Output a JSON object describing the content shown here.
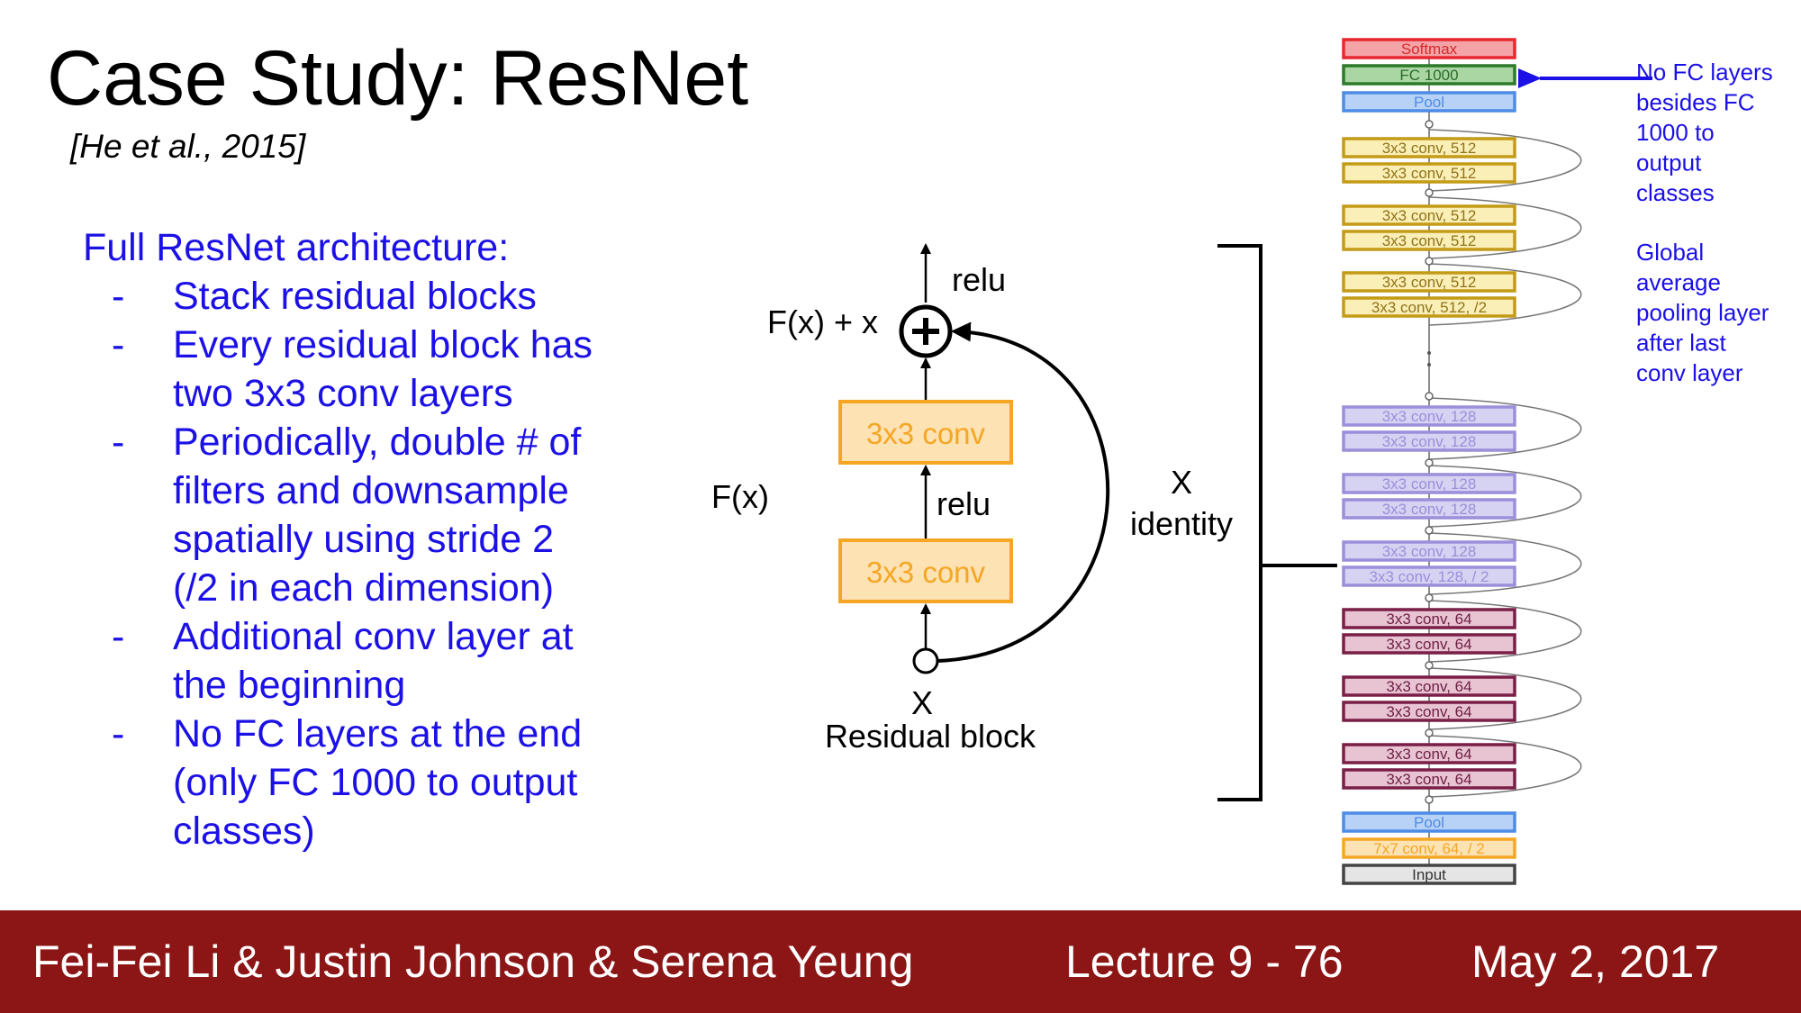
{
  "slide": {
    "title": "Case Study: ResNet",
    "citation": "[He et al., 2015]"
  },
  "bullets": {
    "heading": "Full ResNet architecture:",
    "items": [
      {
        "lines": [
          "Stack residual blocks"
        ]
      },
      {
        "lines": [
          "Every residual block has",
          "two 3x3 conv layers"
        ]
      },
      {
        "lines": [
          "Periodically, double # of",
          "filters and downsample",
          "spatially using stride 2",
          "(/2 in each dimension)"
        ]
      },
      {
        "lines": [
          "Additional conv layer at",
          "the beginning"
        ]
      },
      {
        "lines": [
          "No FC layers at the end",
          "(only FC 1000 to output",
          "classes)"
        ]
      }
    ]
  },
  "residual_block": {
    "output_relu": "relu",
    "sum_label": "F(x) + x",
    "fx_label": "F(x)",
    "conv_top": "3x3 conv",
    "middle_relu": "relu",
    "conv_bottom": "3x3 conv",
    "input_label": "X",
    "caption": "Residual block",
    "identity_x": "X",
    "identity_label": "identity"
  },
  "layer_stack": [
    {
      "label": "Softmax",
      "group": "softmax"
    },
    {
      "label": "FC 1000",
      "group": "fc"
    },
    {
      "label": "Pool",
      "group": "pool"
    },
    {
      "label": "3x3 conv, 512",
      "group": "conv512"
    },
    {
      "label": "3x3 conv, 512",
      "group": "conv512"
    },
    {
      "label": "3x3 conv, 512",
      "group": "conv512"
    },
    {
      "label": "3x3 conv, 512",
      "group": "conv512"
    },
    {
      "label": "3x3 conv, 512",
      "group": "conv512"
    },
    {
      "label": "3x3 conv, 512, /2",
      "group": "conv512"
    },
    {
      "label": "3x3 conv, 128",
      "group": "conv128"
    },
    {
      "label": "3x3 conv, 128",
      "group": "conv128"
    },
    {
      "label": "3x3 conv, 128",
      "group": "conv128"
    },
    {
      "label": "3x3 conv, 128",
      "group": "conv128"
    },
    {
      "label": "3x3 conv, 128",
      "group": "conv128"
    },
    {
      "label": "3x3 conv, 128, / 2",
      "group": "conv128"
    },
    {
      "label": "3x3 conv, 64",
      "group": "conv64"
    },
    {
      "label": "3x3 conv, 64",
      "group": "conv64"
    },
    {
      "label": "3x3 conv, 64",
      "group": "conv64"
    },
    {
      "label": "3x3 conv, 64",
      "group": "conv64"
    },
    {
      "label": "3x3 conv, 64",
      "group": "conv64"
    },
    {
      "label": "3x3 conv, 64",
      "group": "conv64"
    },
    {
      "label": "Pool",
      "group": "pool"
    },
    {
      "label": "7x7 conv, 64, / 2",
      "group": "conv7"
    },
    {
      "label": "Input",
      "group": "input"
    }
  ],
  "layer_colors": {
    "softmax": {
      "fill": "#f4a3a6",
      "stroke": "#e8282e",
      "text": "#d62a2e"
    },
    "fc": {
      "fill": "#a9d6a3",
      "stroke": "#2c7a2a",
      "text": "#2c6a2a"
    },
    "pool": {
      "fill": "#b7d2f6",
      "stroke": "#4d8ce6",
      "text": "#4d8ce6"
    },
    "conv512": {
      "fill": "#fbefb8",
      "stroke": "#c39b17",
      "text": "#8f7318"
    },
    "conv128": {
      "fill": "#d6d2f2",
      "stroke": "#9b8fdb",
      "text": "#9b8fdb"
    },
    "conv64": {
      "fill": "#e8c4d3",
      "stroke": "#7a1f47",
      "text": "#6e2044"
    },
    "conv7": {
      "fill": "#fde2b3",
      "stroke": "#f5a623",
      "text": "#f5a623"
    },
    "input": {
      "fill": "#e5e5e5",
      "stroke": "#444444",
      "text": "#333333"
    }
  },
  "annotations": {
    "fc_note": [
      "No FC layers",
      "besides FC",
      "1000 to",
      "output",
      "classes"
    ],
    "pool_note": [
      "Global",
      "average",
      "pooling layer",
      "after last",
      "conv layer"
    ]
  },
  "footer": {
    "authors": "Fei-Fei Li & Justin Johnson & Serena Yeung",
    "lecture": "Lecture 9 - 76",
    "date": "May 2, 2017"
  },
  "colors": {
    "bullet_text": "#1b10e6",
    "footer_bg": "#8c1515",
    "conv_box_fill": "#fde2b3",
    "conv_box_stroke": "#f5a623",
    "annotation": "#1b10e6"
  }
}
